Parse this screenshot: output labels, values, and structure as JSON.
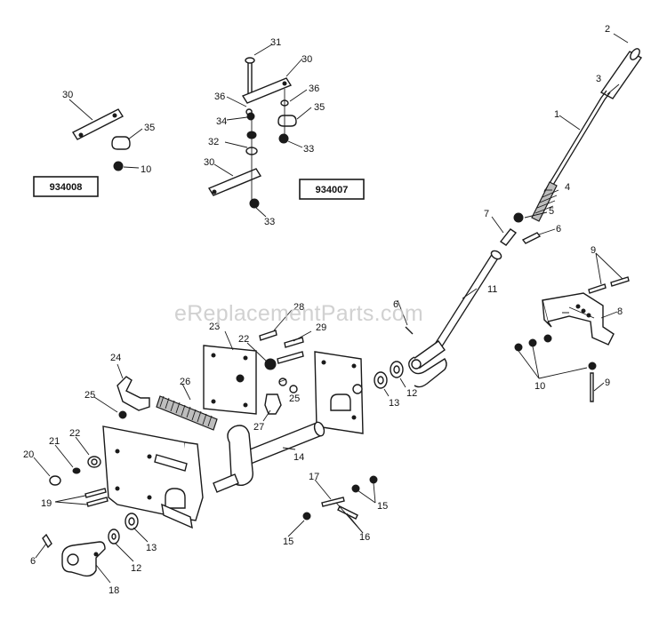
{
  "watermark": "eReplacementParts.com",
  "kits": [
    {
      "code": "934008"
    },
    {
      "code": "934007"
    }
  ],
  "callouts": [
    {
      "label": "1"
    },
    {
      "label": "2"
    },
    {
      "label": "3"
    },
    {
      "label": "4"
    },
    {
      "label": "5"
    },
    {
      "label": "6"
    },
    {
      "label": "7"
    },
    {
      "label": "6"
    },
    {
      "label": "11"
    },
    {
      "label": "6"
    },
    {
      "label": "9"
    },
    {
      "label": "8"
    },
    {
      "label": "10"
    },
    {
      "label": "9"
    },
    {
      "label": "12"
    },
    {
      "label": "13"
    },
    {
      "label": "14"
    },
    {
      "label": "15"
    },
    {
      "label": "15"
    },
    {
      "label": "16"
    },
    {
      "label": "17"
    },
    {
      "label": "18"
    },
    {
      "label": "12"
    },
    {
      "label": "13"
    },
    {
      "label": "19"
    },
    {
      "label": "20"
    },
    {
      "label": "21"
    },
    {
      "label": "22"
    },
    {
      "label": "24"
    },
    {
      "label": "25"
    },
    {
      "label": "26"
    },
    {
      "label": "23"
    },
    {
      "label": "22"
    },
    {
      "label": "28"
    },
    {
      "label": "29"
    },
    {
      "label": "27"
    },
    {
      "label": "25"
    },
    {
      "label": "30"
    },
    {
      "label": "35"
    },
    {
      "label": "10"
    },
    {
      "label": "31"
    },
    {
      "label": "30"
    },
    {
      "label": "36"
    },
    {
      "label": "36"
    },
    {
      "label": "34"
    },
    {
      "label": "35"
    },
    {
      "label": "32"
    },
    {
      "label": "33"
    },
    {
      "label": "30"
    },
    {
      "label": "33"
    }
  ]
}
